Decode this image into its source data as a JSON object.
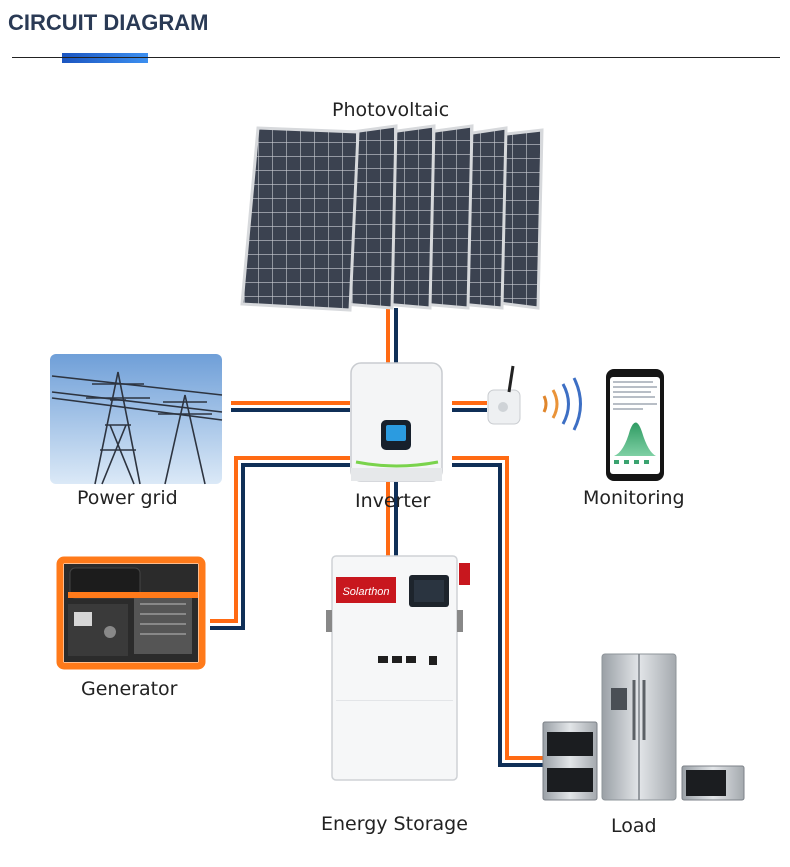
{
  "header": {
    "title": "CIRCUIT DIAGRAM"
  },
  "nodes": {
    "photovoltaic": "Photovoltaic",
    "power_grid": "Power grid",
    "inverter": "Inverter",
    "monitoring": "Monitoring",
    "generator": "Generator",
    "energy_storage": "Energy Storage",
    "load": "Load",
    "battery_brand": "Solarthon"
  },
  "colors": {
    "title": "#2a3a55",
    "accent": "#1b55c0",
    "wire_orange": "#ff6a13",
    "wire_navy": "#0f2f57",
    "generator_orange": "#ff7a1a"
  }
}
